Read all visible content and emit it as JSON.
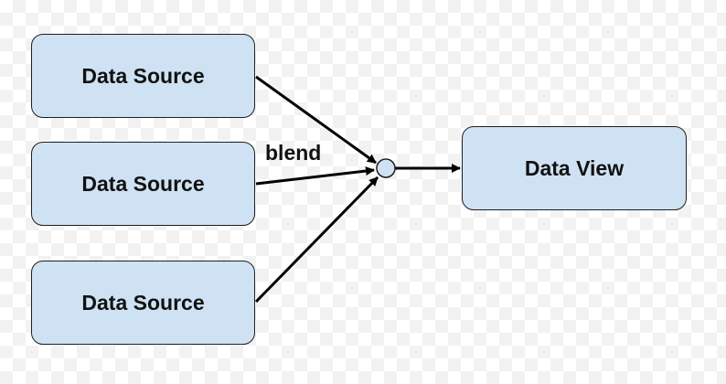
{
  "diagram": {
    "sources": [
      {
        "label": "Data Source"
      },
      {
        "label": "Data Source"
      },
      {
        "label": "Data Source"
      }
    ],
    "edge_label": "blend",
    "target": {
      "label": "Data View"
    }
  }
}
